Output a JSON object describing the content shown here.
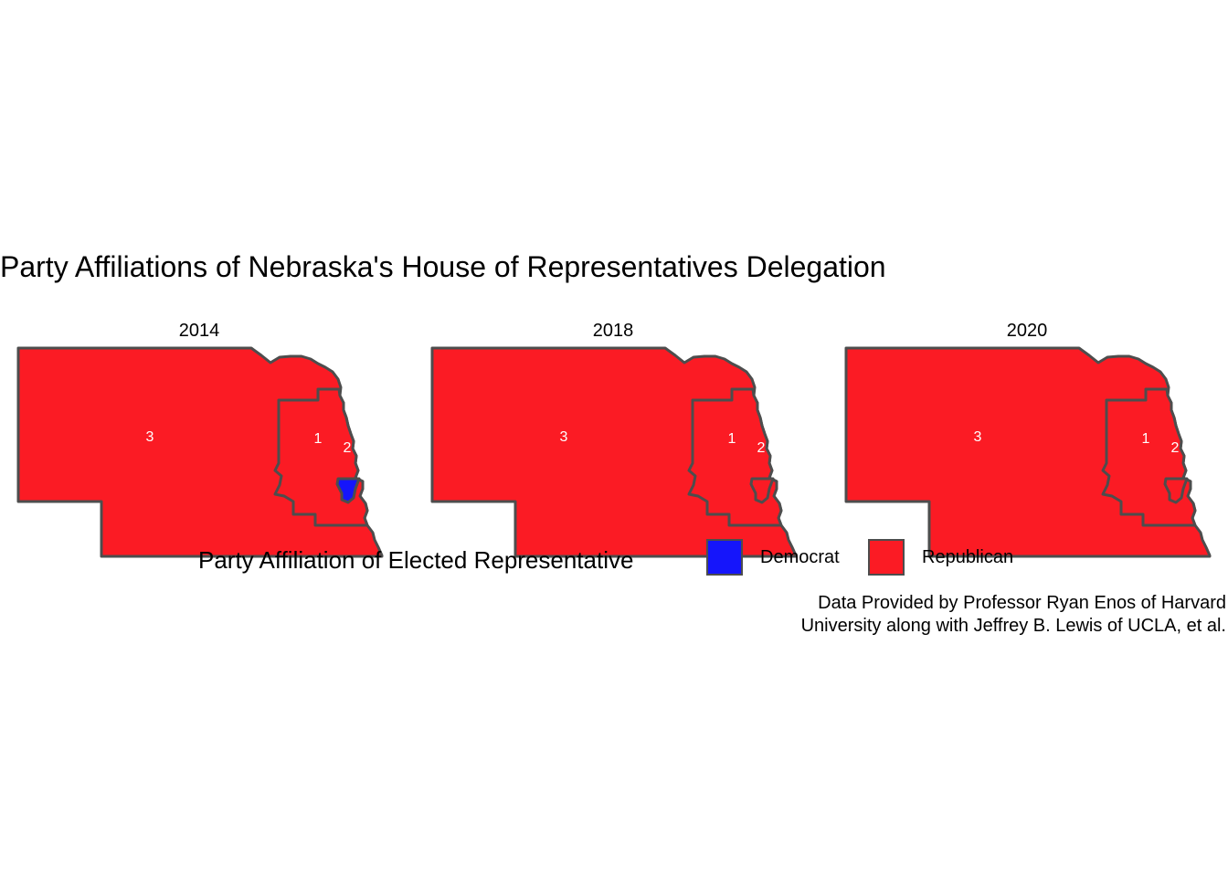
{
  "title": "Party Affiliations of Nebraska's House of Representatives Delegation",
  "colors": {
    "Democrat": "#1515fb",
    "Republican": "#fb1b24",
    "border": "#4d4d4d",
    "district_label": "#ffffff"
  },
  "panels": [
    {
      "year": "2014",
      "districts": [
        {
          "id": "3",
          "party": "Republican"
        },
        {
          "id": "1",
          "party": "Republican"
        },
        {
          "id": "2",
          "party": "Democrat"
        }
      ]
    },
    {
      "year": "2018",
      "districts": [
        {
          "id": "3",
          "party": "Republican"
        },
        {
          "id": "1",
          "party": "Republican"
        },
        {
          "id": "2",
          "party": "Republican"
        }
      ]
    },
    {
      "year": "2020",
      "districts": [
        {
          "id": "3",
          "party": "Republican"
        },
        {
          "id": "1",
          "party": "Republican"
        },
        {
          "id": "2",
          "party": "Republican"
        }
      ]
    }
  ],
  "legend": {
    "title": "Party Affiliation of Elected Representative",
    "items": [
      {
        "label": "Democrat",
        "party": "Democrat"
      },
      {
        "label": "Republican",
        "party": "Republican"
      }
    ]
  },
  "caption": {
    "line1": "Data Provided by Professor Ryan Enos of Harvard",
    "line2": "University along with Jeffrey B. Lewis of UCLA, et al."
  }
}
